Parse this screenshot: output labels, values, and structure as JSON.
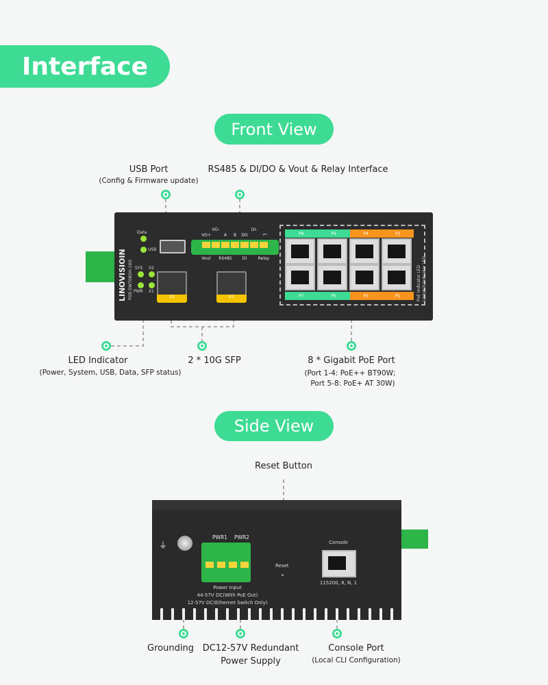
{
  "title": "Interface",
  "front": {
    "heading": "Front View",
    "usb": {
      "label": "USB Port",
      "sub": "(Config & Firmware update)"
    },
    "rs485": {
      "label": "RS485 & DI/DO & Vout & Relay Interface"
    },
    "led": {
      "label": "LED Indicator",
      "sub": "(Power, System, USB, Data, SFP status)"
    },
    "sfp": {
      "label": "2 * 10G SFP"
    },
    "poe": {
      "label": "8 * Gigabit PoE Port",
      "sub1": "(Port 1-4: PoE++ BT90W;",
      "sub2": "Port 5-8: PoE+ AT 30W)"
    },
    "device": {
      "brand": "LINOVISIOIN",
      "model": "POE-SW708GH-10G",
      "leds": [
        "Data",
        "USB",
        "SYS",
        "X2",
        "PWR",
        "X1"
      ],
      "terminal_top": [
        "VO+",
        "VO-",
        "A",
        "B",
        "DO",
        "DI-"
      ],
      "terminal_bottom": [
        "Vout",
        "RS485",
        "DI",
        "Relay"
      ],
      "sfp_ports": [
        "X2",
        "X1"
      ],
      "ports_top": [
        "P8",
        "P6",
        "P4",
        "P2"
      ],
      "ports_bottom": [
        "P7",
        "P5",
        "P3",
        "P1"
      ],
      "legend": [
        "PoE Indicator LED",
        "Link/Act Indicator LED"
      ]
    }
  },
  "side": {
    "heading": "Side View",
    "reset": {
      "label": "Reset Button",
      "device_text": "Reset"
    },
    "grounding": {
      "label": "Grounding"
    },
    "power": {
      "label1": "DC12-57V Redundant",
      "label2": "Power Supply",
      "pwr1": "PWR1",
      "pwr2": "PWR2",
      "input": "Power Input",
      "line1": "44-57V DC(With PoE Out)",
      "line2": "12-57V DC(Ethernet Switch Only)"
    },
    "console": {
      "label": "Console Port",
      "sub": "(Local CLI Configuration)",
      "device_title": "Console",
      "settings": "115200, 8, N, 1"
    }
  },
  "colors": {
    "accent": "#3ddb94",
    "poe_plus_plus": "#f7941d",
    "poe_plus": "#3ddb94",
    "sfp": "#f5c400"
  }
}
